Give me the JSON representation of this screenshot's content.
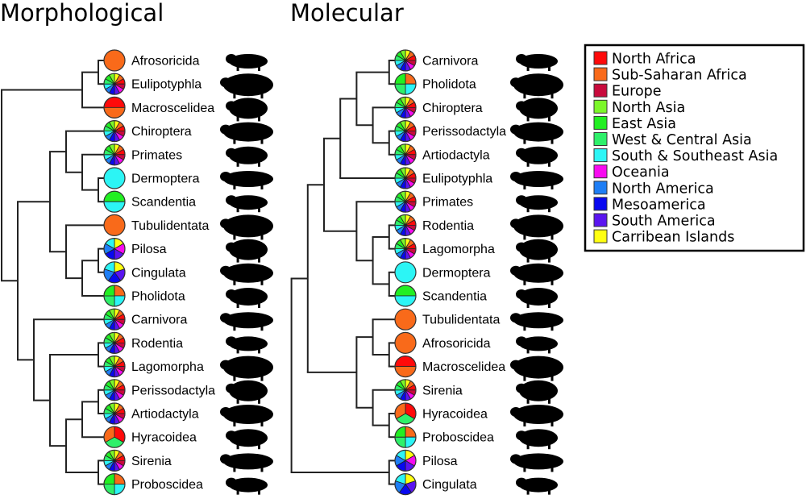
{
  "legend": {
    "items": [
      {
        "label": "North Africa",
        "color": "#ff0a0a"
      },
      {
        "label": "Sub-Saharan Africa",
        "color": "#f96a1a"
      },
      {
        "label": "Europe",
        "color": "#c80a3c"
      },
      {
        "label": "North Asia",
        "color": "#7cf72a"
      },
      {
        "label": "East Asia",
        "color": "#22ef22"
      },
      {
        "label": "West & Central Asia",
        "color": "#2ef06a"
      },
      {
        "label": "South & Southeast Asia",
        "color": "#2cf5f5"
      },
      {
        "label": "Oceania",
        "color": "#f80af0"
      },
      {
        "label": "North America",
        "color": "#1e7ef5"
      },
      {
        "label": "Mesoamerica",
        "color": "#0808f0"
      },
      {
        "label": "South America",
        "color": "#5a14f0"
      },
      {
        "label": "Carribean Islands",
        "color": "#ffff10"
      }
    ]
  },
  "trees": [
    {
      "title": "Morphological",
      "tree": {
        "children": [
          {
            "children": [
              {
                "children": [
                  {
                    "label": "Afrosoricida",
                    "regions": [
                      1
                    ]
                  },
                  {
                    "label": "Eulipotyphla",
                    "regions": [
                      11,
                      1,
                      0,
                      2,
                      7,
                      10,
                      9,
                      8,
                      6,
                      5,
                      4,
                      3
                    ]
                  }
                ]
              },
              {
                "label": "Macroscelidea",
                "regions": [
                  0,
                  1
                ]
              }
            ]
          },
          {
            "children": [
              {
                "children": [
                  {
                    "children": [
                      {
                        "label": "Chiroptera",
                        "regions": [
                          11,
                          1,
                          0,
                          2,
                          7,
                          10,
                          9,
                          8,
                          6,
                          5,
                          4,
                          3
                        ]
                      },
                      {
                        "children": [
                          {
                            "label": "Primates",
                            "regions": [
                              11,
                              1,
                              0,
                              2,
                              7,
                              10,
                              9,
                              8,
                              6,
                              5,
                              4,
                              3
                            ]
                          },
                          {
                            "children": [
                              {
                                "label": "Dermoptera",
                                "regions": [
                                  6
                                ]
                              },
                              {
                                "label": "Scandentia",
                                "regions": [
                                  4,
                                  6
                                ]
                              }
                            ]
                          }
                        ]
                      }
                    ]
                  },
                  {
                    "children": [
                      {
                        "label": "Tubulidentata",
                        "regions": [
                          1
                        ]
                      },
                      {
                        "children": [
                          {
                            "children": [
                              {
                                "label": "Pilosa",
                                "regions": [
                                  11,
                                  7,
                                  10,
                                  9,
                                  8,
                                  6
                                ]
                              },
                              {
                                "label": "Cingulata",
                                "regions": [
                                  11,
                                  10,
                                  9,
                                  8,
                                  6
                                ]
                              }
                            ]
                          },
                          {
                            "label": "Pholidota",
                            "regions": [
                              1,
                              6,
                              5,
                              4
                            ]
                          }
                        ]
                      }
                    ]
                  }
                ]
              },
              {
                "children": [
                  {
                    "label": "Carnivora",
                    "regions": [
                      11,
                      1,
                      0,
                      2,
                      7,
                      10,
                      9,
                      8,
                      6,
                      5,
                      4,
                      3
                    ]
                  },
                  {
                    "children": [
                      {
                        "children": [
                          {
                            "label": "Rodentia",
                            "regions": [
                              11,
                              1,
                              0,
                              2,
                              7,
                              10,
                              9,
                              8,
                              6,
                              5,
                              4,
                              3
                            ]
                          },
                          {
                            "label": "Lagomorpha",
                            "regions": [
                              11,
                              1,
                              0,
                              2,
                              7,
                              10,
                              9,
                              8,
                              6,
                              5,
                              4,
                              3
                            ]
                          }
                        ]
                      },
                      {
                        "children": [
                          {
                            "children": [
                              {
                                "children": [
                                  {
                                    "label": "Perissodactyla",
                                    "regions": [
                                      11,
                                      1,
                                      0,
                                      2,
                                      7,
                                      10,
                                      9,
                                      8,
                                      6,
                                      5,
                                      4,
                                      3
                                    ]
                                  },
                                  {
                                    "label": "Artiodactyla",
                                    "regions": [
                                      11,
                                      1,
                                      0,
                                      2,
                                      7,
                                      10,
                                      9,
                                      8,
                                      6,
                                      5,
                                      4,
                                      3
                                    ]
                                  }
                                ]
                              },
                              {
                                "label": "Hyracoidea",
                                "regions": [
                                  0,
                                  5,
                                  1
                                ]
                              }
                            ]
                          },
                          {
                            "children": [
                              {
                                "label": "Sirenia",
                                "regions": [
                                  11,
                                  1,
                                  0,
                                  2,
                                  7,
                                  10,
                                  9,
                                  8,
                                  6,
                                  5,
                                  4,
                                  3
                                ]
                              },
                              {
                                "label": "Proboscidea",
                                "regions": [
                                  1,
                                  6,
                                  5,
                                  4
                                ]
                              }
                            ]
                          }
                        ]
                      }
                    ]
                  }
                ]
              }
            ]
          }
        ]
      }
    },
    {
      "title": "Molecular",
      "tree": {
        "children": [
          {
            "children": [
              {
                "children": [
                  {
                    "children": [
                      {
                        "children": [
                          {
                            "label": "Carnivora",
                            "regions": [
                              11,
                              1,
                              0,
                              2,
                              7,
                              10,
                              9,
                              8,
                              6,
                              5,
                              4,
                              3
                            ]
                          },
                          {
                            "label": "Pholidota",
                            "regions": [
                              1,
                              6,
                              5,
                              4
                            ]
                          }
                        ]
                      },
                      {
                        "children": [
                          {
                            "label": "Chiroptera",
                            "regions": [
                              11,
                              1,
                              0,
                              2,
                              7,
                              10,
                              9,
                              8,
                              6,
                              5,
                              4,
                              3
                            ]
                          },
                          {
                            "children": [
                              {
                                "label": "Perissodactyla",
                                "regions": [
                                  11,
                                  1,
                                  0,
                                  2,
                                  7,
                                  10,
                                  9,
                                  8,
                                  6,
                                  5,
                                  4,
                                  3
                                ]
                              },
                              {
                                "label": "Artiodactyla",
                                "regions": [
                                  11,
                                  1,
                                  0,
                                  2,
                                  7,
                                  10,
                                  9,
                                  8,
                                  6,
                                  5,
                                  4,
                                  3
                                ]
                              }
                            ]
                          }
                        ]
                      }
                    ]
                  },
                  {
                    "label": "Eulipotyphla",
                    "regions": [
                      11,
                      1,
                      0,
                      2,
                      7,
                      10,
                      9,
                      8,
                      6,
                      5,
                      4,
                      3
                    ]
                  }
                ]
              },
              {
                "children": [
                  {
                    "label": "Primates",
                    "regions": [
                      11,
                      1,
                      0,
                      2,
                      7,
                      10,
                      9,
                      8,
                      6,
                      5,
                      4,
                      3
                    ]
                  },
                  {
                    "children": [
                      {
                        "children": [
                          {
                            "label": "Rodentia",
                            "regions": [
                              11,
                              1,
                              0,
                              2,
                              7,
                              10,
                              9,
                              8,
                              6,
                              5,
                              4,
                              3
                            ]
                          },
                          {
                            "label": "Lagomorpha",
                            "regions": [
                              11,
                              1,
                              0,
                              2,
                              7,
                              10,
                              9,
                              8,
                              6,
                              5,
                              4,
                              3
                            ]
                          }
                        ]
                      },
                      {
                        "children": [
                          {
                            "label": "Dermoptera",
                            "regions": [
                              6
                            ]
                          },
                          {
                            "label": "Scandentia",
                            "regions": [
                              4,
                              6
                            ]
                          }
                        ]
                      }
                    ]
                  }
                ]
              }
            ]
          },
          {
            "children": [
              {
                "children": [
                  {
                    "label": "Tubulidentata",
                    "regions": [
                      1
                    ]
                  },
                  {
                    "children": [
                      {
                        "label": "Afrosoricida",
                        "regions": [
                          1
                        ]
                      },
                      {
                        "label": "Macroscelidea",
                        "regions": [
                          0,
                          1
                        ]
                      }
                    ]
                  }
                ]
              },
              {
                "children": [
                  {
                    "label": "Sirenia",
                    "regions": [
                      11,
                      1,
                      0,
                      2,
                      7,
                      10,
                      9,
                      8,
                      6,
                      5,
                      4,
                      3
                    ]
                  },
                  {
                    "children": [
                      {
                        "label": "Hyracoidea",
                        "regions": [
                          0,
                          5,
                          1
                        ]
                      },
                      {
                        "label": "Proboscidea",
                        "regions": [
                          1,
                          6,
                          5,
                          4
                        ]
                      }
                    ]
                  }
                ]
              }
            ]
          }
        ]
      },
      "outgroup": {
        "children": [
          {
            "label": "Pilosa",
            "regions": [
              11,
              7,
              10,
              9,
              8,
              6
            ]
          },
          {
            "label": "Cingulata",
            "regions": [
              11,
              10,
              9,
              8,
              6
            ]
          }
        ]
      }
    }
  ]
}
